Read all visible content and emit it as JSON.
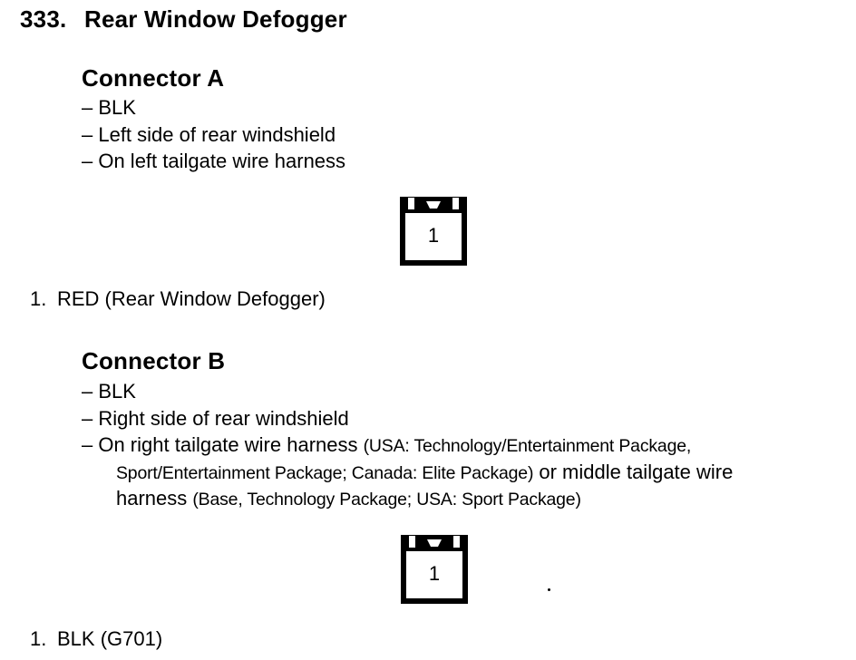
{
  "page": {
    "title_number": "333.",
    "title": "Rear Window Defogger",
    "text_color": "#000000",
    "background_color": "#ffffff"
  },
  "connector_a": {
    "heading": "Connector A",
    "bullets": [
      "– BLK",
      "– Left side of rear windshield",
      "– On left tailgate wire harness"
    ],
    "pin_label": "1",
    "note_number": "1.",
    "note": "RED (Rear Window Defogger)"
  },
  "connector_b": {
    "heading": "Connector B",
    "bullets": [
      "– BLK",
      "– Right side of rear windshield"
    ],
    "bullet3": {
      "line1_regular": "– On right tailgate wire harness ",
      "line1_small": "(USA: Technology/Entertainment Package,",
      "line2_small": "Sport/Entertainment Package; Canada: Elite Package)",
      "line2_regular": " or middle tailgate wire",
      "line3_regular": "harness ",
      "line3_small": "(Base, Technology Package; USA: Sport Package)"
    },
    "pin_label": "1",
    "note_number": "1.",
    "note": "BLK (G701)"
  }
}
